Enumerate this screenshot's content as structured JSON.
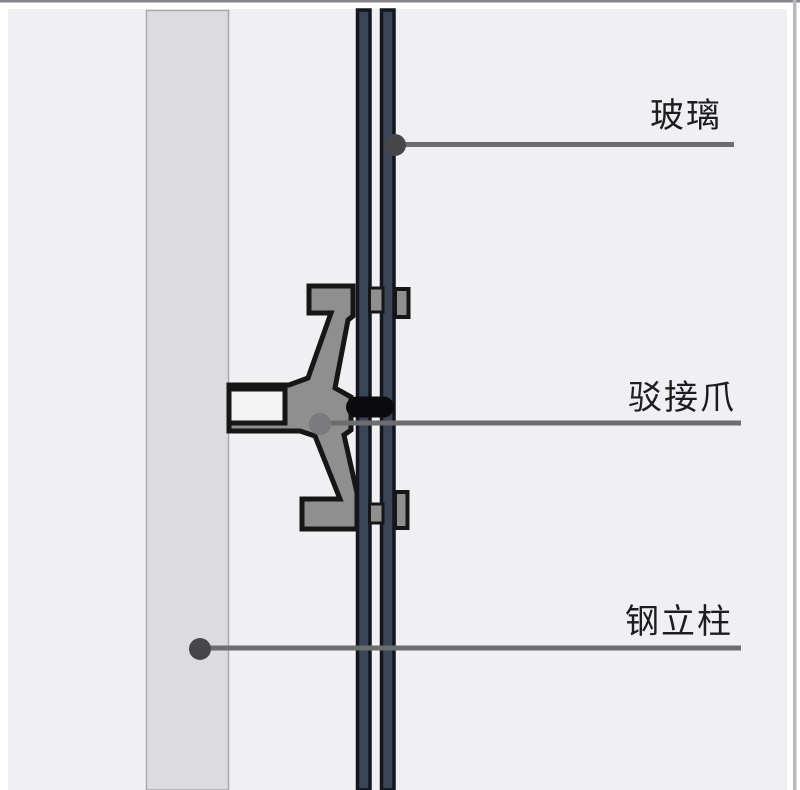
{
  "annotations": {
    "glass": {
      "label": "玻璃"
    },
    "spider": {
      "label": "驳接爪"
    },
    "column": {
      "label": "钢立柱"
    }
  },
  "colors": {
    "page_frame": "#ffffff",
    "diagram_background": "#f0f0f2",
    "top_border": "#84858a",
    "right_border": "#b9b9bc",
    "steel_column_fill": "#dcdcde",
    "steel_column_border": "#a9a9ad",
    "glass_fill": "#3a4557",
    "glass_border": "#12171f",
    "spider_fill": "#8f8f90",
    "spider_outline": "#161616",
    "slot_fill": "#f4f4f5",
    "gasket_fill": "#0b0b0d",
    "leader_line": "#6d6d6f",
    "dot_glass": "#474749",
    "dot_spider": "#7a7a7e",
    "dot_column": "#474749",
    "label_text": "#1d1d1f"
  }
}
